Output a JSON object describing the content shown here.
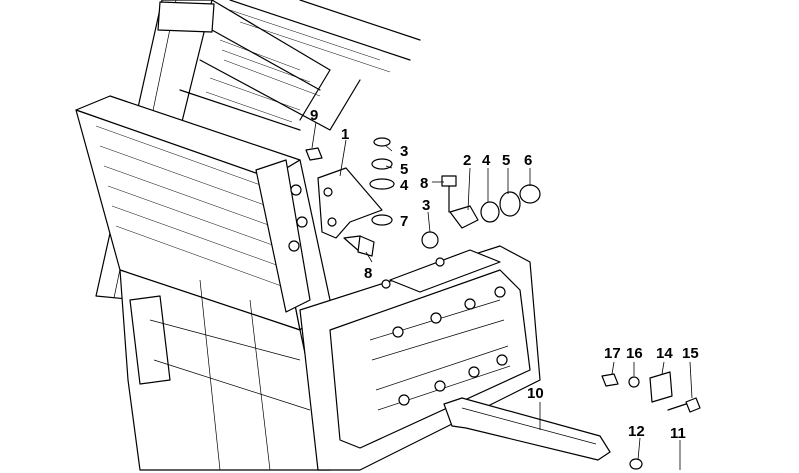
{
  "diagram": {
    "callouts": {
      "c1": "1",
      "c2": "2",
      "c3a": "3",
      "c3b": "3",
      "c4a": "4",
      "c4b": "4",
      "c5a": "5",
      "c5b": "5",
      "c6": "6",
      "c7": "7",
      "c8a": "8",
      "c8b": "8",
      "c9": "9",
      "c10": "10",
      "c11": "11",
      "c12": "12",
      "c14": "14",
      "c15": "15",
      "c16": "16",
      "c17": "17"
    }
  }
}
